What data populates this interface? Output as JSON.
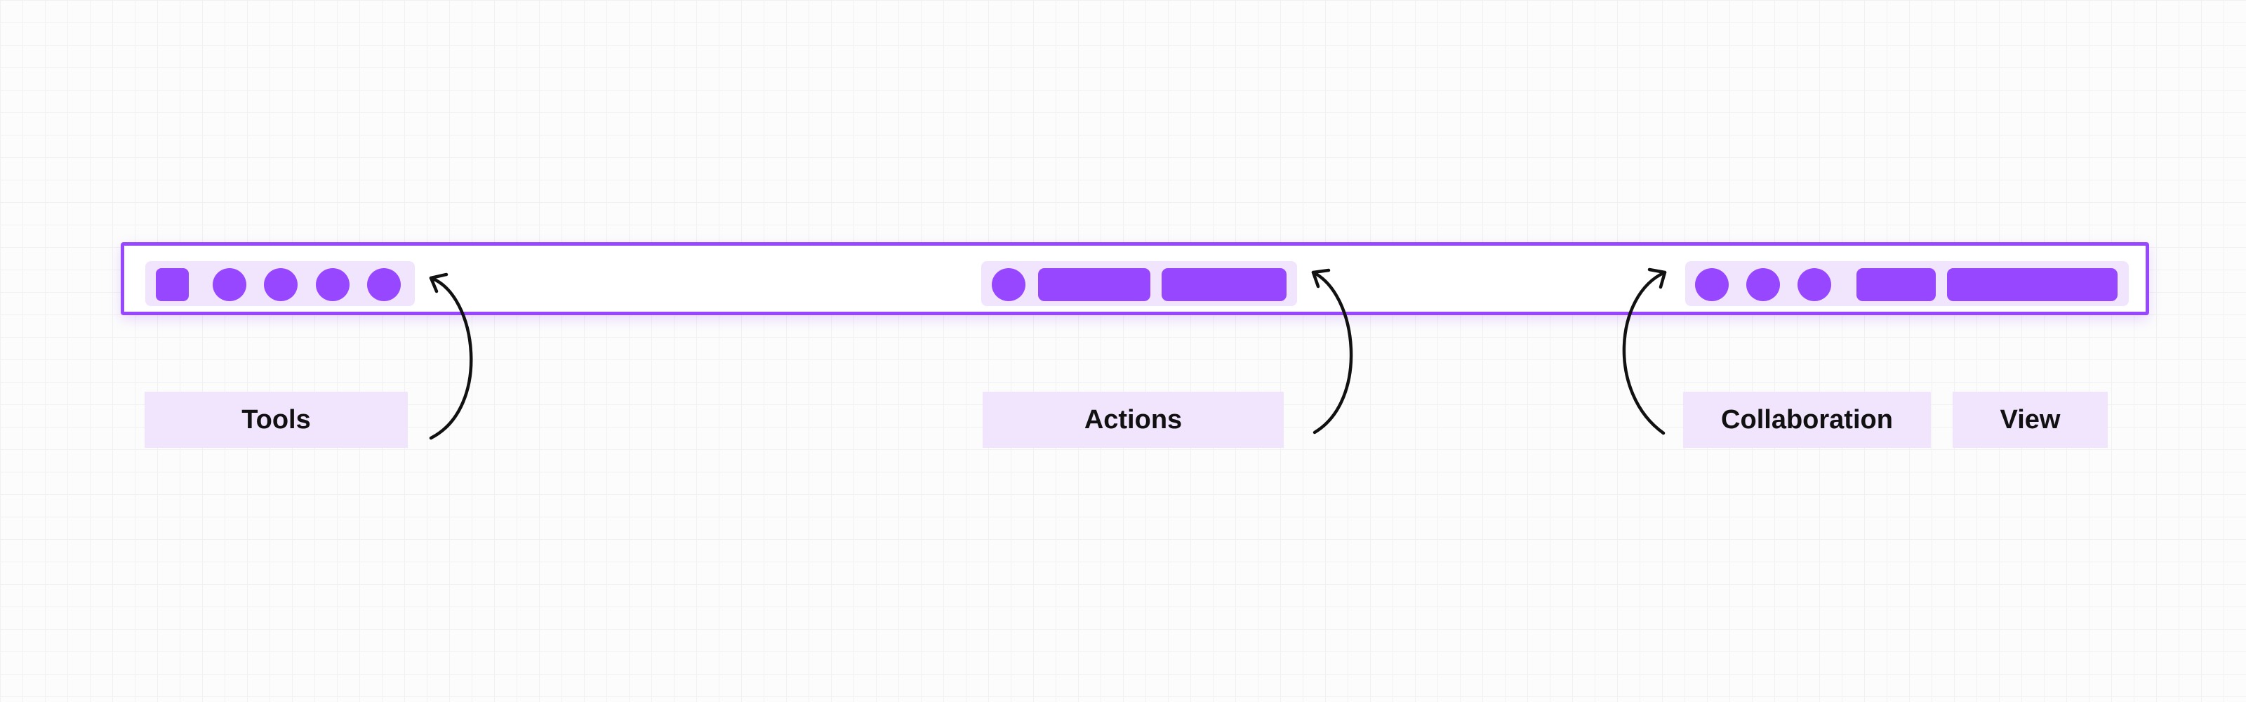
{
  "toolbar": {
    "accent_color": "#9747ff",
    "group_fill_color": "#f1e4fd",
    "groups": [
      {
        "id": "tools",
        "items": [
          "square-icon",
          "circle-icon",
          "circle-icon",
          "circle-icon",
          "circle-icon"
        ]
      },
      {
        "id": "actions",
        "items": [
          "circle-icon",
          "pill-button",
          "pill-button"
        ]
      },
      {
        "id": "collaboration-view",
        "items": [
          "circle-icon",
          "circle-icon",
          "circle-icon",
          "pill-button",
          "pill-button"
        ]
      }
    ]
  },
  "labels": {
    "tools": "Tools",
    "actions": "Actions",
    "collaboration": "Collaboration",
    "view": "View"
  }
}
